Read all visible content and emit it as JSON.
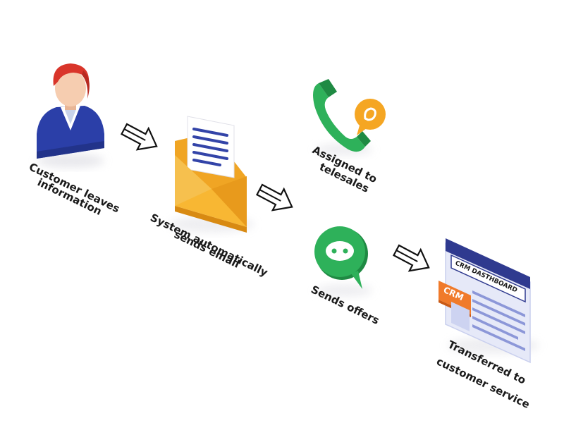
{
  "steps": {
    "customer": {
      "label_line1": "Customer leaves",
      "label_line2": "information"
    },
    "email": {
      "label_line1": "System automatically",
      "label_line2": "sends email"
    },
    "telesales": {
      "label_line1": "Assigned to",
      "label_line2": "telesales"
    },
    "offers": {
      "label_line1": "Sends offers"
    },
    "crm": {
      "label_line1": "Transferred to",
      "label_line2": "customer service",
      "screen_title": "CRM DASTHBOARD",
      "tag": "CRM"
    }
  },
  "colors": {
    "person_blue": "#2b3fa8",
    "hair_red": "#d9352a",
    "skin": "#f6cdb0",
    "envelope_yellow": "#f8b733",
    "envelope_dark": "#e89a1c",
    "paper_lines": "#3344a8",
    "green": "#2eb15a",
    "green_dark": "#1f8a43",
    "orange": "#f5a623",
    "crm_navy": "#2f3a8f",
    "crm_panel": "#e6e9f8",
    "crm_orange": "#f07a2a"
  },
  "icons": [
    "person-icon",
    "envelope-icon",
    "phone-icon",
    "chat-icon",
    "crm-dashboard-icon",
    "arrow-icon"
  ]
}
